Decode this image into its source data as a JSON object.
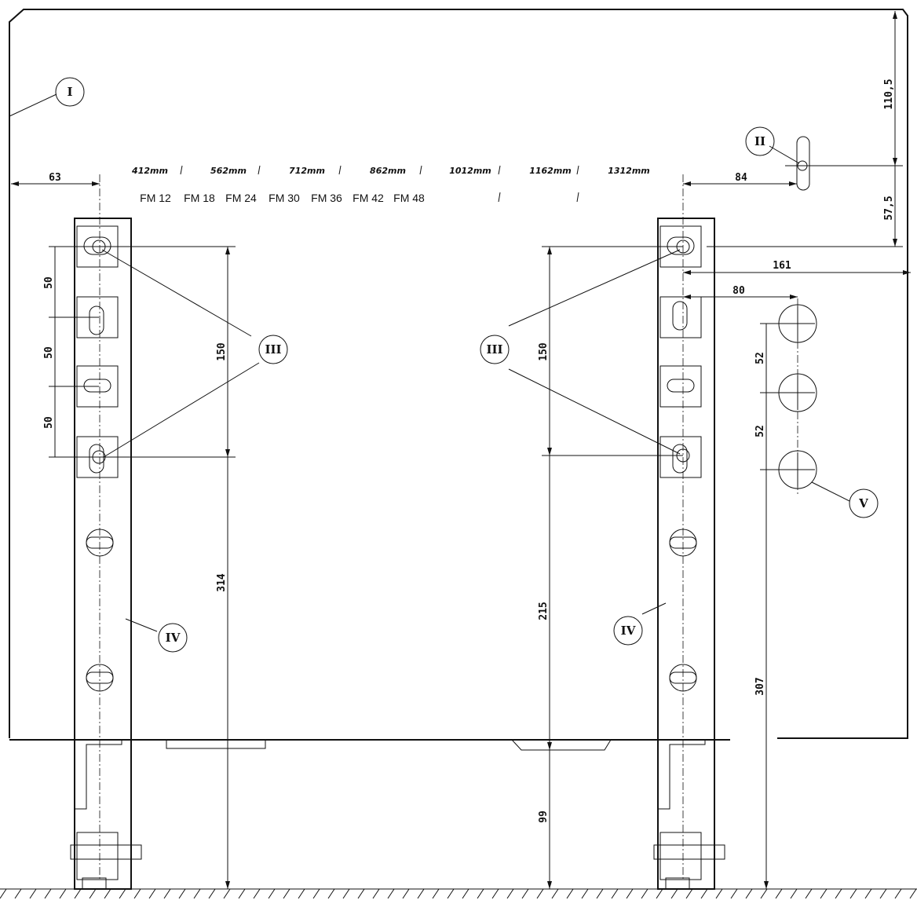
{
  "dimensions": {
    "top_right": "110,5",
    "right_mid": "57,5",
    "left_offset": "63",
    "right_offset": "84",
    "width_161": "161",
    "width_80": "80",
    "pitch_50": "50",
    "left_150": "150",
    "right_150": "150",
    "left_314": "314",
    "right_215": "215",
    "bottom_99": "99",
    "right_307": "307",
    "pitch_52": "52"
  },
  "scale": {
    "mm_labels": [
      "412mm",
      "562mm",
      "712mm",
      "862mm",
      "1012mm",
      "1162mm",
      "1312mm"
    ],
    "fm_labels": [
      "FM 12",
      "FM 18",
      "FM 24",
      "FM 30",
      "FM 36",
      "FM 42",
      "FM 48"
    ]
  },
  "callouts": {
    "panel": "I",
    "top_slot": "II",
    "left_slots": "III",
    "right_slots": "III",
    "left_rail": "IV",
    "right_rail": "IV",
    "holes": "V"
  }
}
